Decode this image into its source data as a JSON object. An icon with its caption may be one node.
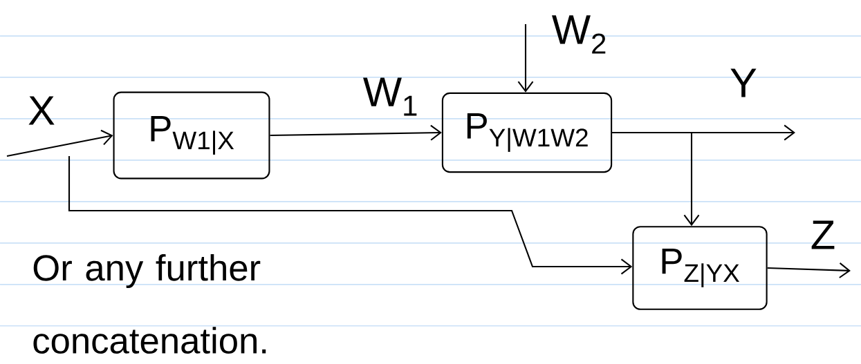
{
  "diagram": {
    "nodes": [
      {
        "text": [
          "P$_{W1|X}$"
        ]
      },
      {
        "text": [
          "P$_{Y|W1W2}$"
        ]
      },
      {
        "text": [
          "P$_{Z|YX}$"
        ]
      }
    ],
    "edges": [
      {
        "from": null,
        "to": 0,
        "arrow": "to",
        "label": "X"
      },
      {
        "from": 0,
        "to": 1,
        "arrow": "to",
        "label": "W$_{1}$"
      },
      {
        "from": null,
        "to": 1,
        "arrow": "to",
        "label": "W$_{2}$"
      },
      {
        "from": 1,
        "to": null,
        "arrow": "to",
        "label": "Y"
      },
      {
        "from": 1,
        "to": 2,
        "arrow": "to"
      },
      {
        "from": null,
        "to": 2,
        "arrow": "to"
      },
      {
        "from": 2,
        "to": null,
        "arrow": "to",
        "label": "Z"
      }
    ],
    "labels": [
      "Or any further concatenation."
    ]
  }
}
